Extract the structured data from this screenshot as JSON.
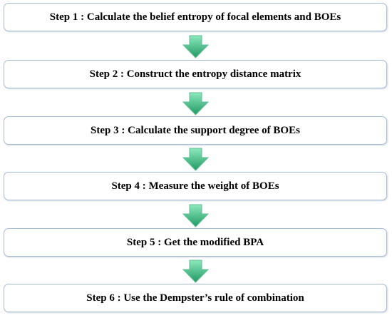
{
  "steps": [
    {
      "label": "Step 1 : Calculate the belief entropy of focal elements and BOEs"
    },
    {
      "label": "Step 2 : Construct the entropy distance matrix"
    },
    {
      "label": "Step 3 : Calculate the support degree of BOEs"
    },
    {
      "label": "Step 4 : Measure the weight of BOEs"
    },
    {
      "label": "Step 5 : Get the modified BPA"
    },
    {
      "label": "Step 6 : Use the Dempster’s rule of combination"
    }
  ],
  "colors": {
    "box_border": "#a9bcd6",
    "arrow_light": "#7fe0b0",
    "arrow_dark": "#1f9a63"
  }
}
